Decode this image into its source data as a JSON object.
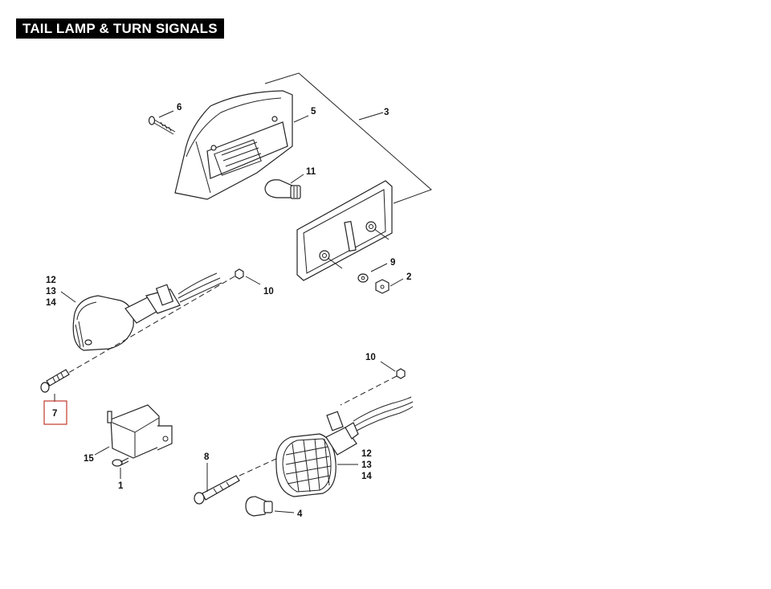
{
  "title": "TAIL LAMP & TURN SIGNALS",
  "callouts": {
    "c1": "1",
    "c2": "2",
    "c3": "3",
    "c4": "4",
    "c5": "5",
    "c6": "6",
    "c7": "7",
    "c8": "8",
    "c9": "9",
    "c10a": "10",
    "c10b": "10",
    "c11": "11",
    "c12a": "12",
    "c13a": "13",
    "c14a": "14",
    "c12b": "12",
    "c13b": "13",
    "c14b": "14",
    "c15": "15"
  },
  "highlight_color": "#c0392b"
}
